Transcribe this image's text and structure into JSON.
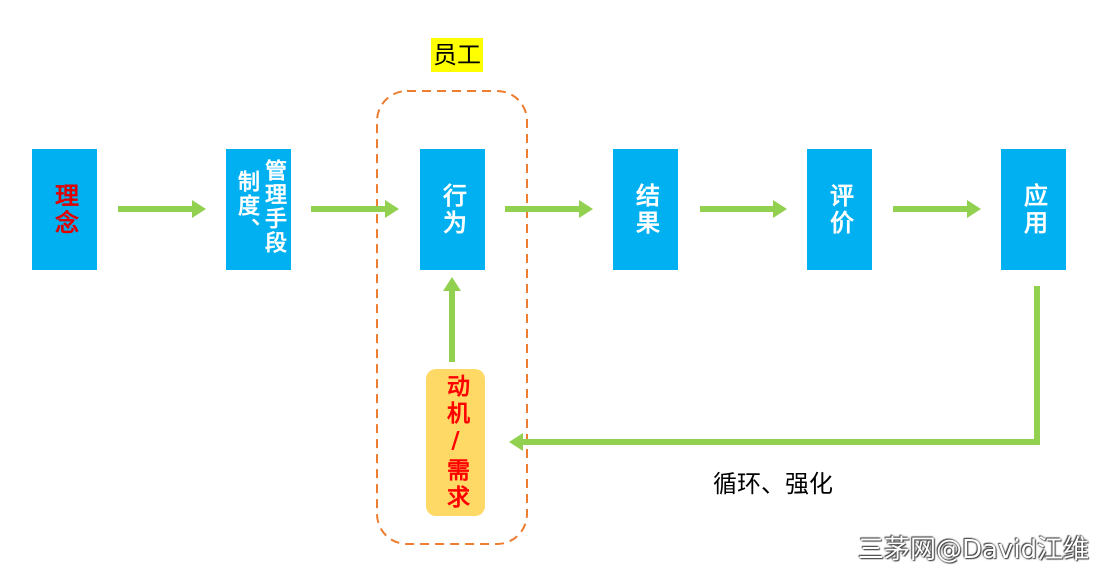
{
  "group": {
    "label": "员工"
  },
  "nodes": {
    "concept": {
      "label": "理念"
    },
    "system": {
      "columns": [
        "制度、",
        "管理手段"
      ]
    },
    "behavior": {
      "label": "行为"
    },
    "result": {
      "label": "结果"
    },
    "evaluation": {
      "label": "评价"
    },
    "application": {
      "label": "应用"
    },
    "motive": {
      "label": "动机/需求"
    }
  },
  "loop": {
    "label": "循环、强化"
  },
  "watermark": "三茅网@David江维",
  "colors": {
    "box": "#00B0F0",
    "arrow": "#92D050",
    "group_outline": "#ED7D31",
    "label_bg": "#FFFF00",
    "motive_bg": "#FFD966",
    "motive_text": "#FF0000",
    "concept_text": "#E00000"
  }
}
